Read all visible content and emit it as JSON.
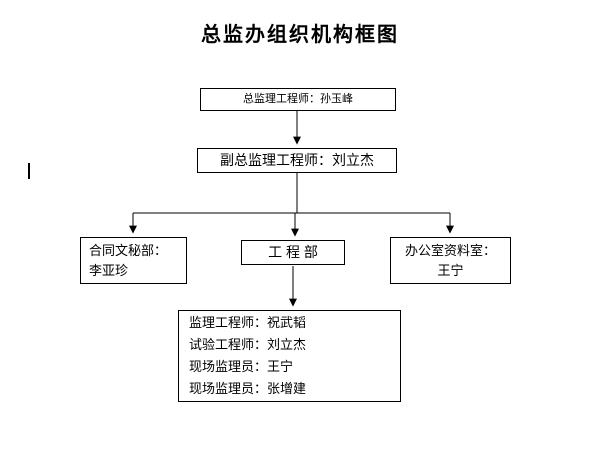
{
  "page": {
    "title": "总监办组织机构框图"
  },
  "nodes": {
    "chief": {
      "label": "总监理工程师：孙玉峰"
    },
    "deputy": {
      "label": "副总监理工程师：刘立杰"
    },
    "contract": {
      "line1": "合同文秘部：",
      "line2": "李亚珍"
    },
    "engineering": {
      "label": "工 程 部"
    },
    "office": {
      "line1": "办公室资料室：",
      "line2": "王宁"
    },
    "staff": {
      "lines": [
        "监理工程师：祝武韬",
        "试验工程师：刘立杰",
        "现场监理员：王宁",
        "现场监理员：张增建"
      ]
    }
  },
  "colors": {
    "background": "#ffffff",
    "border": "#000000",
    "line": "#000000",
    "text": "#000000"
  }
}
